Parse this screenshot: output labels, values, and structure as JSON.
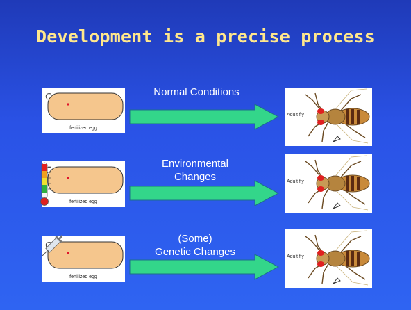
{
  "title": "Development is a precise process",
  "rows": [
    {
      "condition_lines": [
        "Normal Conditions"
      ],
      "egg_label": "fertilized egg",
      "fly_label": "Adult fly",
      "icon": "none"
    },
    {
      "condition_lines": [
        "Environmental",
        "Changes"
      ],
      "egg_label": "fertilized egg",
      "fly_label": "Adult fly",
      "icon": "thermometer-icon"
    },
    {
      "condition_lines": [
        "(Some)",
        "Genetic Changes"
      ],
      "egg_label": "fertilized egg",
      "fly_label": "Adult fly",
      "icon": "syringe-icon"
    }
  ],
  "colors": {
    "background": "#2a52e6",
    "title": "#ffe78c",
    "arrow": "#33d68a",
    "egg_fill": "#f5c68d",
    "egg_dot": "#e0142a"
  }
}
